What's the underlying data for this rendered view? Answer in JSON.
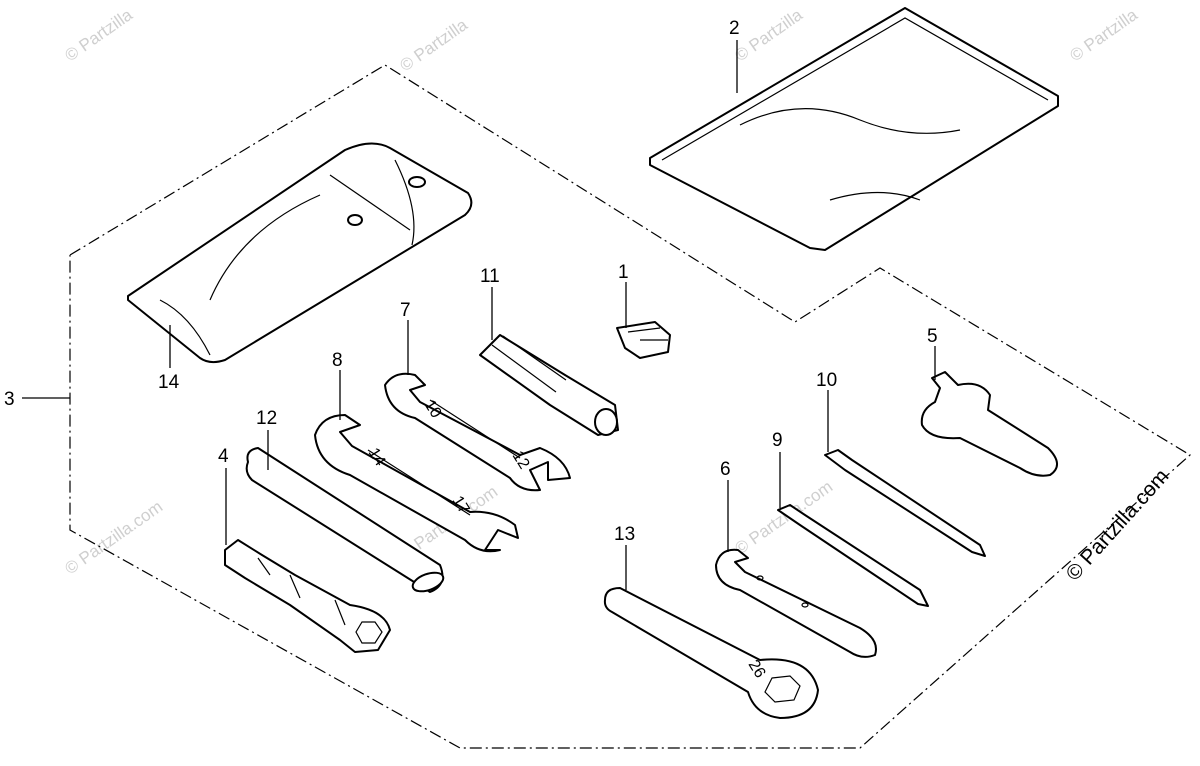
{
  "callouts": {
    "c1": "1",
    "c2": "2",
    "c3": "3",
    "c4": "4",
    "c5": "5",
    "c6": "6",
    "c7": "7",
    "c8": "8",
    "c9": "9",
    "c10": "10",
    "c11": "11",
    "c12": "12",
    "c13": "13",
    "c14": "14"
  },
  "wrench_stamps": {
    "w7a": "10",
    "w7b": "12",
    "w8a": "14",
    "w8b": "17",
    "w13": "26"
  },
  "watermark": {
    "text": "© Partzilla.com",
    "short": "© Partzilla"
  }
}
